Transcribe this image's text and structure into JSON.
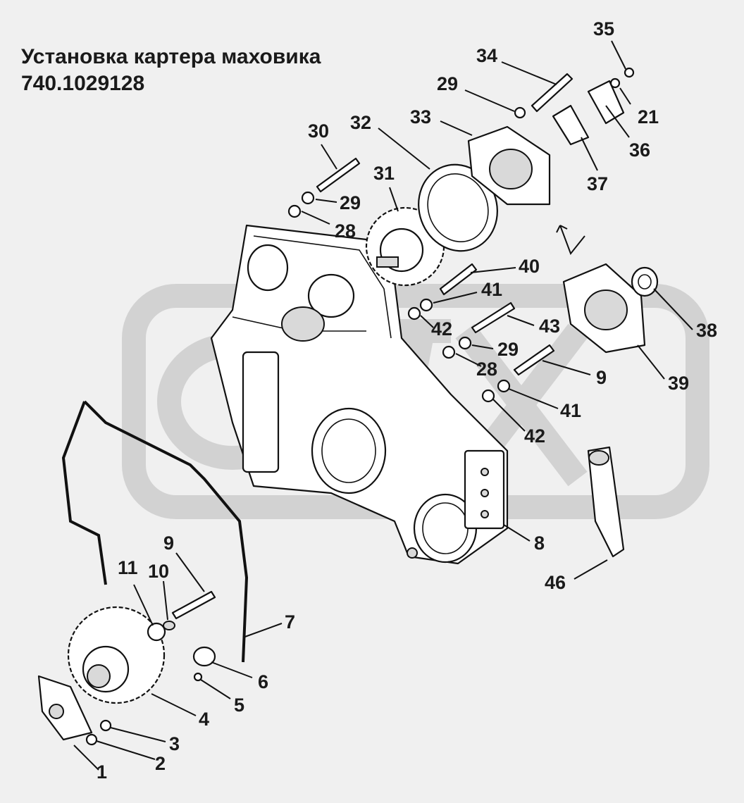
{
  "title": {
    "line1": "Установка картера маховика",
    "line2": "740.1029128"
  },
  "callouts": [
    "35",
    "34",
    "29",
    "21",
    "36",
    "37",
    "33",
    "32",
    "30",
    "29",
    "28",
    "31",
    "40",
    "41",
    "43",
    "42",
    "29",
    "28",
    "9",
    "41",
    "42",
    "38",
    "39",
    "8",
    "46",
    "9",
    "11",
    "10",
    "7",
    "6",
    "5",
    "4",
    "3",
    "2",
    "1"
  ],
  "colors": {
    "background": "#f0f0f0",
    "ink": "#111111",
    "watermark": "#c8c8c8"
  }
}
